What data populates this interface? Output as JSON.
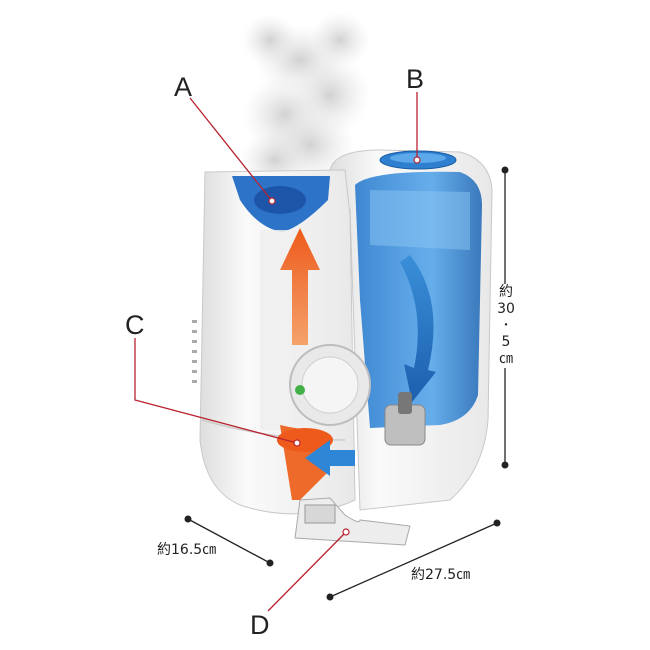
{
  "callouts": {
    "a": "A",
    "b": "B",
    "c": "C",
    "d": "D"
  },
  "dimensions": {
    "depth": "約16.5㎝",
    "width": "約27.5㎝",
    "height": [
      "約",
      "30",
      "･",
      "5",
      "㎝"
    ]
  },
  "colors": {
    "callout_line": "#b8232f",
    "dimension_line": "#222222",
    "water_tank": "#3c8fd8",
    "heat_arrow": "#ee6a2a",
    "cool_arrow": "#2f86d6",
    "steam": "#d9d9d9",
    "body": "#f3f3f3"
  }
}
